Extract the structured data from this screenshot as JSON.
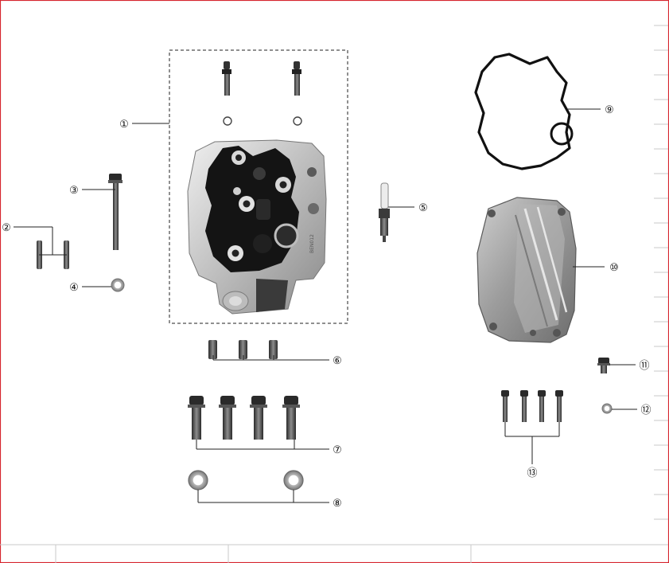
{
  "diagram": {
    "callouts": [
      {
        "id": "1",
        "label": "①",
        "part": "cylinder-head-assembly"
      },
      {
        "id": "2",
        "label": "②",
        "part": "dowel-pins"
      },
      {
        "id": "3",
        "label": "③",
        "part": "long-bolt"
      },
      {
        "id": "4",
        "label": "④",
        "part": "washer"
      },
      {
        "id": "5",
        "label": "⑤",
        "part": "spark-plug"
      },
      {
        "id": "6",
        "label": "⑥",
        "part": "sleeves"
      },
      {
        "id": "7",
        "label": "⑦",
        "part": "flange-bolts"
      },
      {
        "id": "8",
        "label": "⑧",
        "part": "washers"
      },
      {
        "id": "9",
        "label": "⑨",
        "part": "cover-gasket"
      },
      {
        "id": "10",
        "label": "⑩",
        "part": "cylinder-head-cover"
      },
      {
        "id": "11",
        "label": "⑪",
        "part": "bolt"
      },
      {
        "id": "12",
        "label": "⑫",
        "part": "washer"
      },
      {
        "id": "13",
        "label": "⑬",
        "part": "cover-bolts"
      }
    ],
    "head_casting_marking": "BEN012",
    "colors": {
      "frame": "#d6262f",
      "line": "#222222",
      "metal_light": "#d9d9d9",
      "metal_mid": "#a8a8a8",
      "metal_dark": "#1a1a1a"
    }
  }
}
